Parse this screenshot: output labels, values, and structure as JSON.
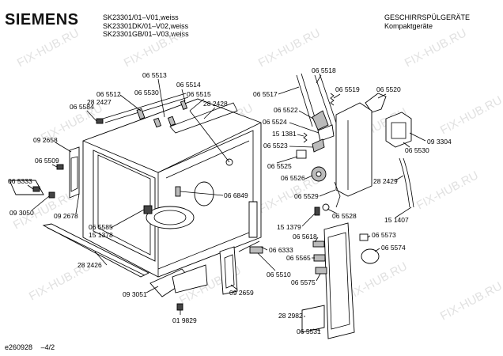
{
  "header": {
    "brand": "SIEMENS",
    "models": [
      "SK23301/01–V01,weiss",
      "SK23301DK/01–V02,weiss",
      "SK23301GB/01–V03,weiss"
    ],
    "title_line1": "GESCHIRRSPÜLGERÄTE",
    "title_line2": "Kompaktgeräte"
  },
  "footer": {
    "doc_id": "e260928",
    "page": "–4/2"
  },
  "watermark": "FIX-HUB.RU",
  "labels": {
    "l065513": "06 5513",
    "l065514": "06 5514",
    "l065515": "06 5515",
    "l065512": "06 5512",
    "l065530a": "06 5530",
    "l282427": "28 2427",
    "l282428": "28 2428",
    "l065584": "06 5584",
    "l092658": "09 2658",
    "l065509": "06 5509",
    "l065333": "06 5333",
    "l093050": "09 3050",
    "l092678": "09 2678",
    "l066849": "06 6849",
    "l065585": "06 5585",
    "l151378": "15 1378",
    "l282426": "28 2426",
    "l093051": "09 3051",
    "l019829": "01 9829",
    "l092659": "09 2659",
    "l066333": "06 6333",
    "l065510": "06 5510",
    "l065518": "06 5518",
    "l065517": "06 5517",
    "l065519": "06 5519",
    "l065520": "06 5520",
    "l065522": "06 5522",
    "l065524": "06 5524",
    "l151381": "15 1381",
    "l065523": "06 5523",
    "l065525": "06 5525",
    "l065526": "06 5526",
    "l065529": "06 5529",
    "l065528": "06 5528",
    "l151379": "15 1379",
    "l065618": "06 5618",
    "l065565": "06 5565",
    "l065575": "06 5575",
    "l065573": "06 5573",
    "l065574": "06 5574",
    "l093304": "09 3304",
    "l065530b": "06 5530",
    "l282429": "28 2429",
    "l151407": "15 1407",
    "l282982": "28 2982",
    "l065531": "06 5531"
  }
}
